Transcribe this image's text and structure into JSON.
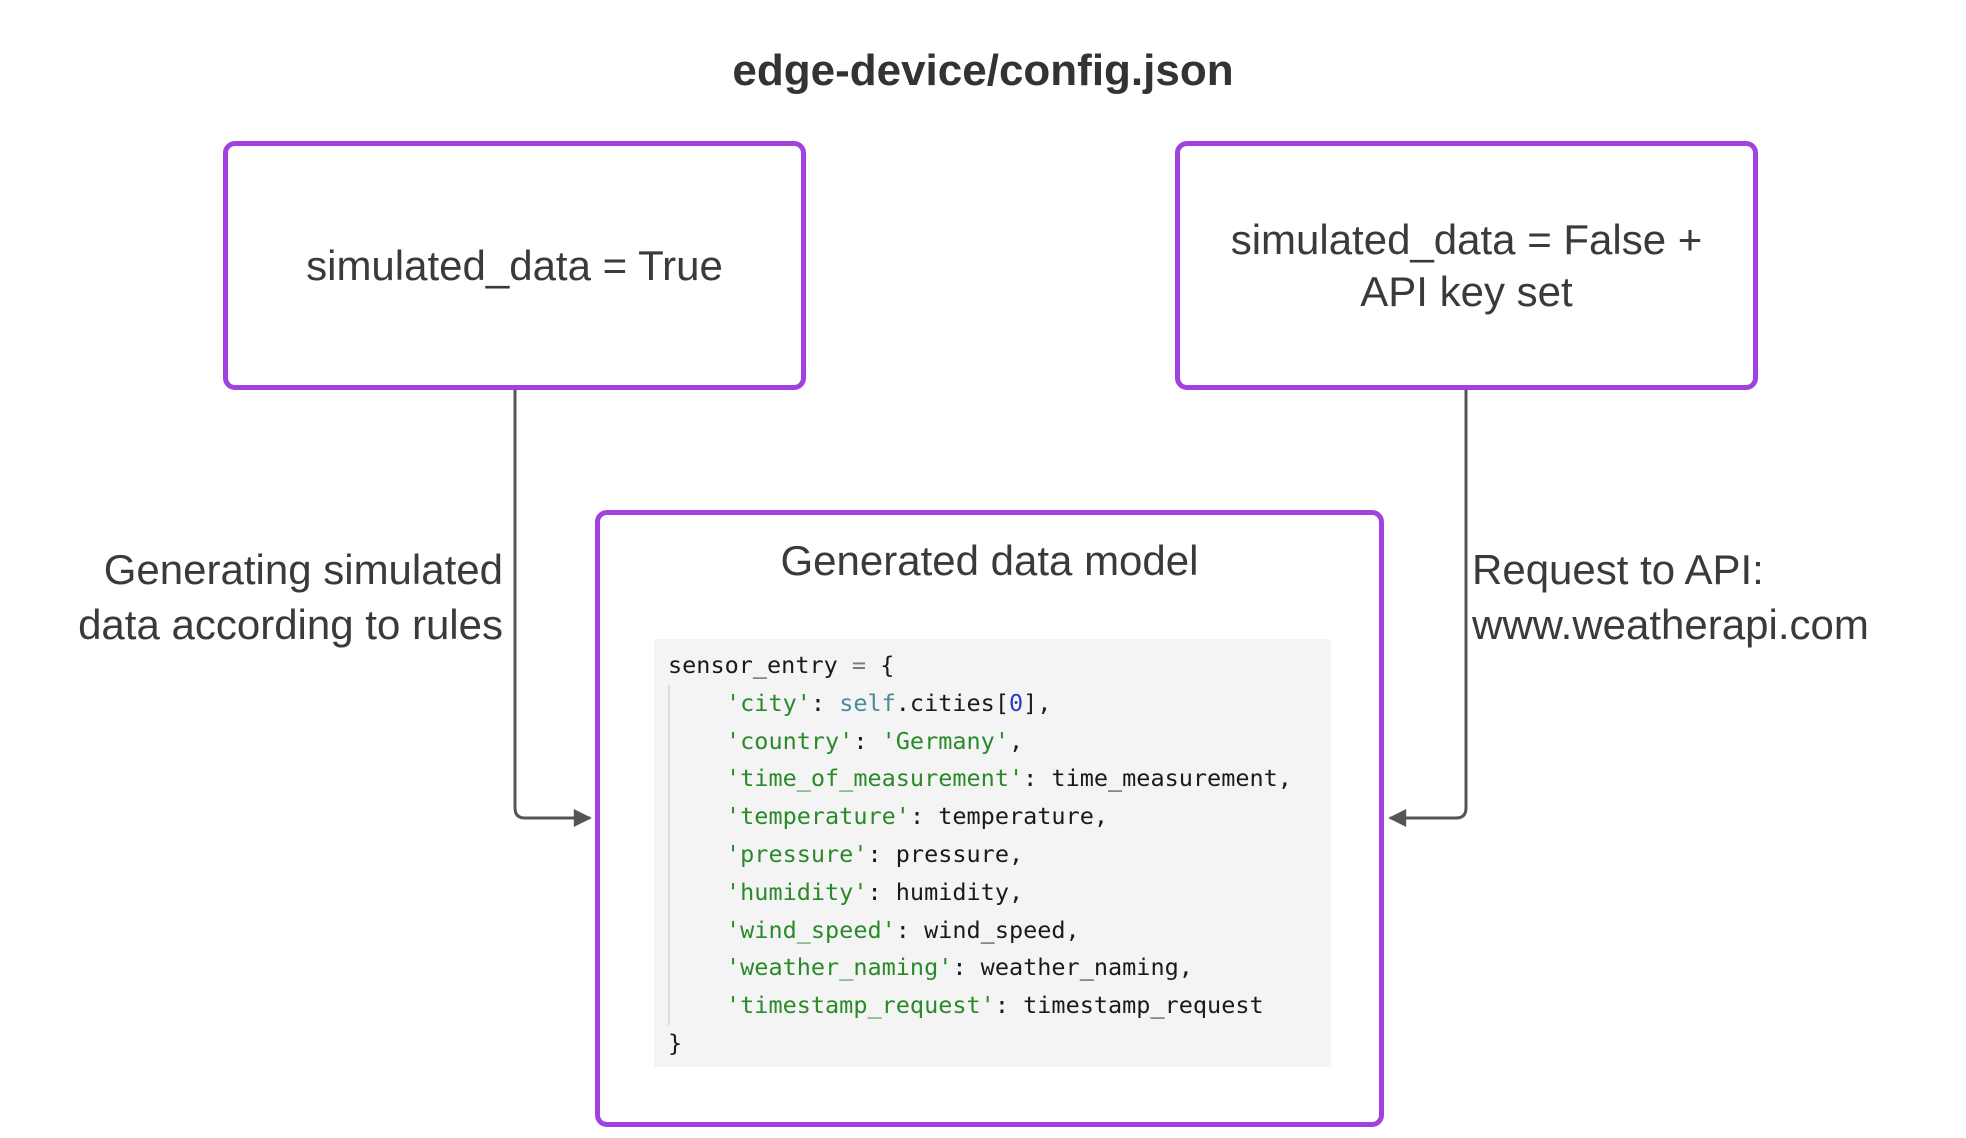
{
  "title": "edge-device/config.json",
  "boxes": {
    "left": {
      "text": "simulated_data = True"
    },
    "right": {
      "line1": "simulated_data = False +",
      "line2": "API key set"
    },
    "center": {
      "title": "Generated data model"
    }
  },
  "labels": {
    "left": {
      "line1": "Generating simulated",
      "line2": "data according to rules"
    },
    "right": {
      "line1": "Request to API:",
      "line2": "www.weatherapi.com"
    }
  },
  "code": {
    "open_var": "sensor_entry",
    "open_eq": " = ",
    "open_brace": "{",
    "city_key": "'city'",
    "city_colon": ": ",
    "city_self": "self",
    "city_attr": ".cities[",
    "city_idx": "0",
    "city_end": "],",
    "country_key": "'country'",
    "country_colon": ": ",
    "country_val": "'Germany'",
    "country_end": ",",
    "lines": [
      {
        "key": "'time_of_measurement'",
        "rest": ": time_measurement,"
      },
      {
        "key": "'temperature'",
        "rest": ": temperature,"
      },
      {
        "key": "'pressure'",
        "rest": ": pressure,"
      },
      {
        "key": "'humidity'",
        "rest": ": humidity,"
      },
      {
        "key": "'wind_speed'",
        "rest": ": wind_speed,"
      },
      {
        "key": "'weather_naming'",
        "rest": ": weather_naming,"
      },
      {
        "key": "'timestamp_request'",
        "rest": ": timestamp_request"
      }
    ],
    "close_brace": "}"
  },
  "colors": {
    "box_border": "#a142e0",
    "connector": "#555555",
    "code_bg": "#f4f4f4",
    "code_string": "#2a8a2a"
  }
}
